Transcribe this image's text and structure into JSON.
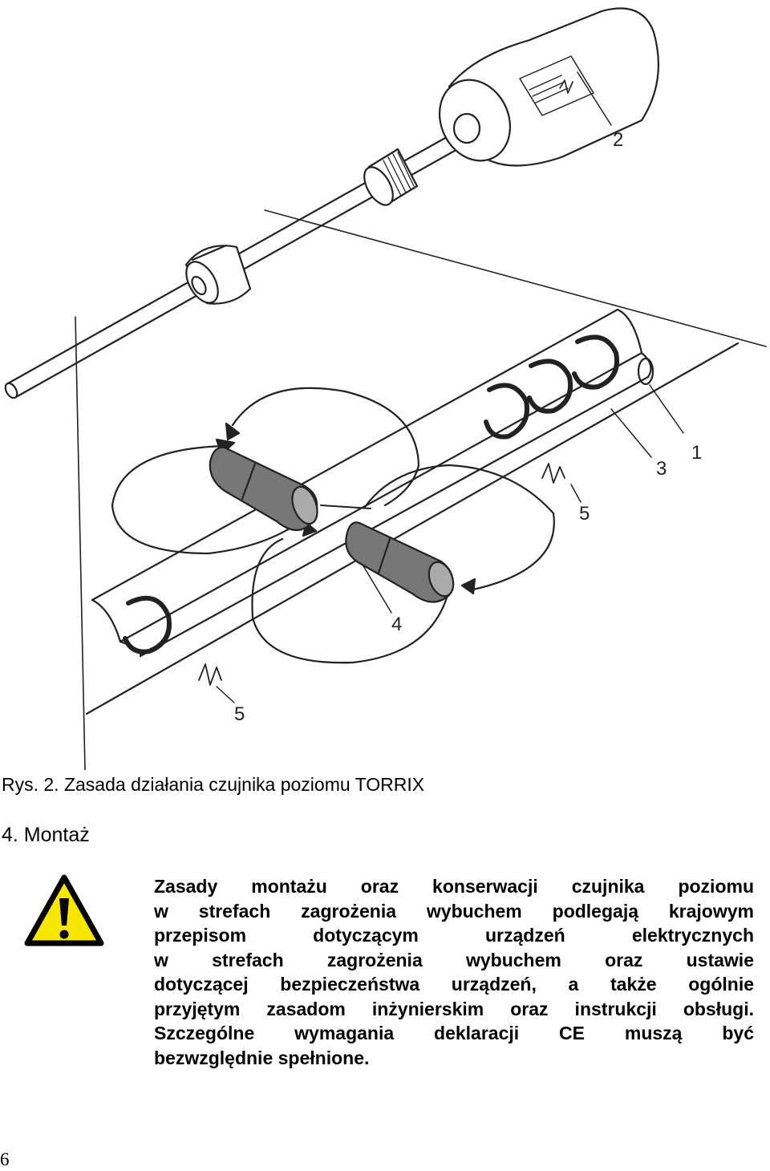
{
  "figure": {
    "callouts": [
      "1",
      "2",
      "3",
      "4",
      "5",
      "5"
    ]
  },
  "caption": "Rys. 2. Zasada działania czujnika poziomu TORRIX",
  "section_title": "4. Montaż",
  "warning": {
    "icon": "warning-triangle-icon",
    "colors": {
      "fill": "#f7e600",
      "border": "#000000"
    }
  },
  "body_lines": [
    "Zasady montażu oraz konserwacji czujnika poziomu",
    "w strefach zagrożenia wybuchem podlegają krajowym",
    "przepisom dotyczącym urządzeń elektrycznych",
    "w strefach zagrożenia wybuchem oraz ustawie",
    "dotyczącej bezpieczeństwa urządzeń, a także ogólnie",
    "przyjętym zasadom inżynierskim oraz instrukcji obsługi.",
    "Szczególne wymagania deklaracji CE muszą być",
    "bezwzględnie spełnione."
  ],
  "page_number": "6"
}
